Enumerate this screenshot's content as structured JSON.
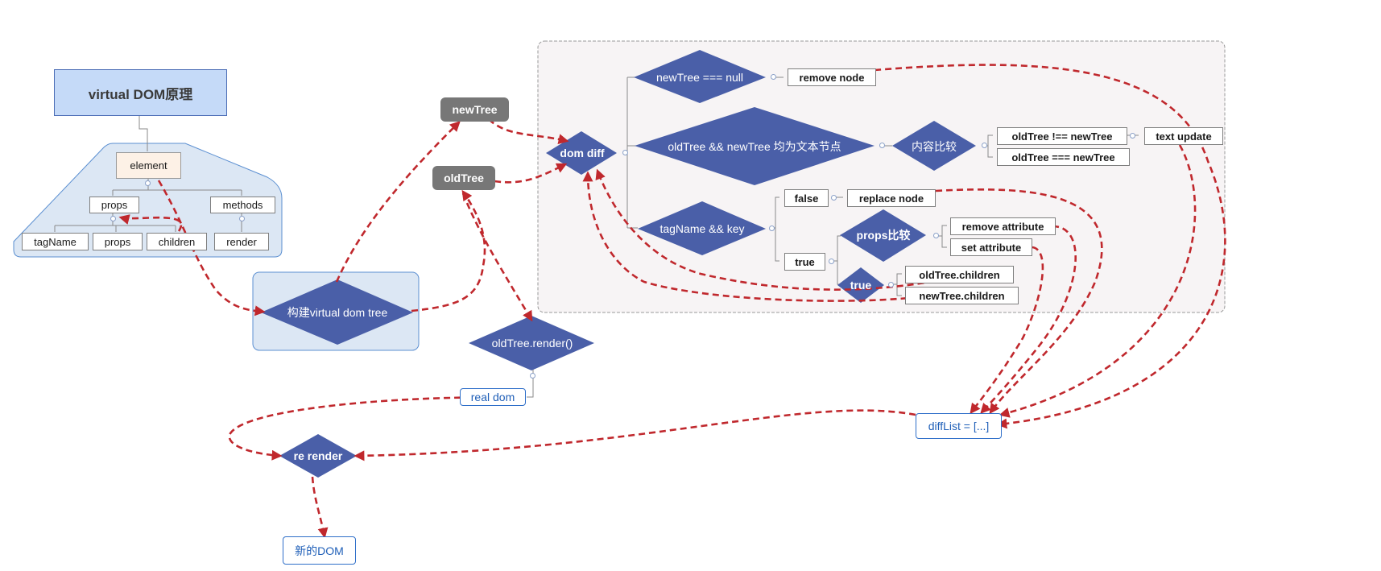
{
  "title": "virtual DOM原理",
  "colors": {
    "diamond": "#4a5fa8",
    "arrow": "#c0282d",
    "group_fill": "#dce7f4",
    "panel_fill": "#f7f4f5"
  },
  "tree": {
    "element": "element",
    "props": "props",
    "methods": "methods",
    "tagName": "tagName",
    "props_child": "props",
    "children": "children",
    "render": "render"
  },
  "nodes": {
    "build": "构建virtual dom tree",
    "newTree": "newTree",
    "oldTree": "oldTree",
    "dom_diff": "dom diff",
    "old_render": "oldTree.render()",
    "real_dom": "real dom",
    "re_render": "re render",
    "new_dom": "新的DOM",
    "diff_list": "diffList = [...]"
  },
  "diff": {
    "null_check": "newTree === null",
    "remove_node": "remove node",
    "text_check": "oldTree && newTree 均为文本节点",
    "content_compare": "内容比较",
    "neq": "oldTree !== newTree",
    "eq": "oldTree === newTree",
    "text_update": "text update",
    "tag_key": "tagName && key",
    "false_label": "false",
    "replace_node": "replace node",
    "true_label": "true",
    "props_compare": "props比较",
    "remove_attr": "remove attribute",
    "set_attr": "set attribute",
    "true_inner": "true",
    "old_children": "oldTree.children",
    "new_children": "newTree.children"
  }
}
